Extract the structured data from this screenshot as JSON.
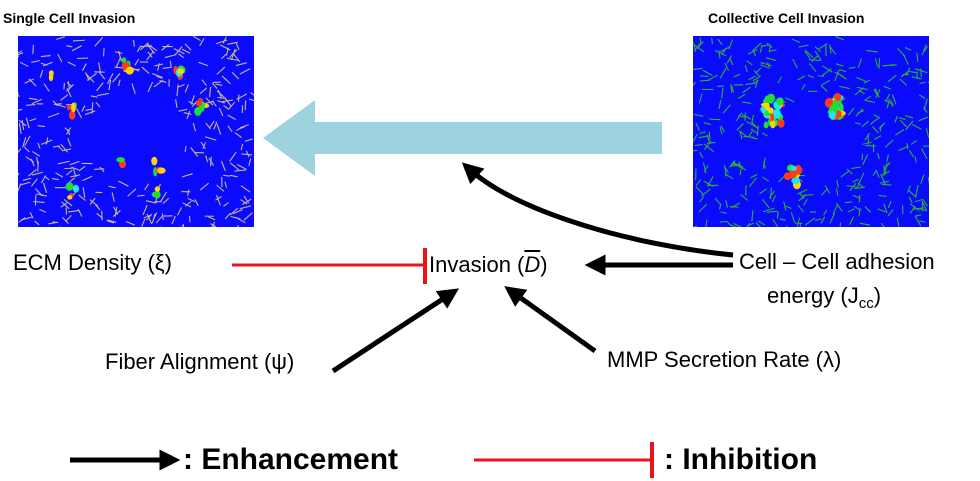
{
  "panels": {
    "left_title": "Single Cell Invasion",
    "right_title": "Collective Cell Invasion"
  },
  "nodes": {
    "center": {
      "text": "Invasion (",
      "symbol": "D",
      "close": ")"
    },
    "ecm_density": "ECM Density (ξ)",
    "cell_adhesion_line1": "Cell – Cell adhesion",
    "cell_adhesion_line2": "energy (J",
    "cell_adhesion_sub": "cc",
    "cell_adhesion_close": ")",
    "fiber_alignment": "Fiber Alignment (ψ)",
    "mmp_secretion": "MMP Secretion Rate (λ)"
  },
  "legend": {
    "enhancement": ": Enhancement",
    "inhibition": ": Inhibition"
  },
  "colors": {
    "sim_background": "#0a0aff",
    "big_arrow": "#9cd3df",
    "enhance": "#000000",
    "inhibit": "#e8141b",
    "fiber_left": "#c8b88a",
    "fiber_right": "#2fb02f"
  }
}
